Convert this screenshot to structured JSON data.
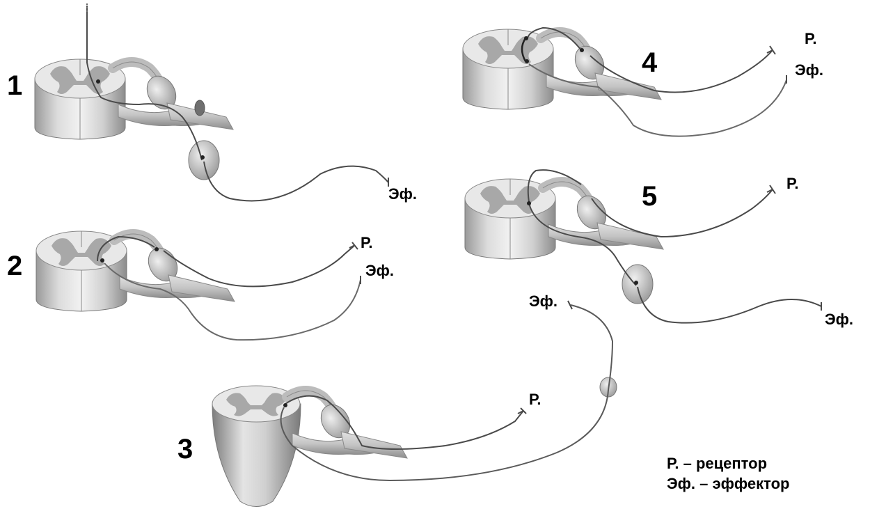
{
  "diagrams": [
    {
      "number": "1",
      "labels": [
        "Эф."
      ]
    },
    {
      "number": "2",
      "labels": [
        "Р.",
        "Эф."
      ]
    },
    {
      "number": "3",
      "labels": [
        "Эф.",
        "Р."
      ]
    },
    {
      "number": "4",
      "labels": [
        "Р.",
        "Эф."
      ]
    },
    {
      "number": "5",
      "labels": [
        "Р.",
        "Эф."
      ]
    }
  ],
  "legend": {
    "receptor": "Р. – рецептор",
    "effector": "Эф. – эффектор"
  },
  "colors": {
    "cord_light": "#e6e6e6",
    "cord_mid": "#bdbdbd",
    "cord_dark": "#8f8f8f",
    "gray_matter": "#a9a9a9",
    "fiber": "#4a4a4a"
  }
}
